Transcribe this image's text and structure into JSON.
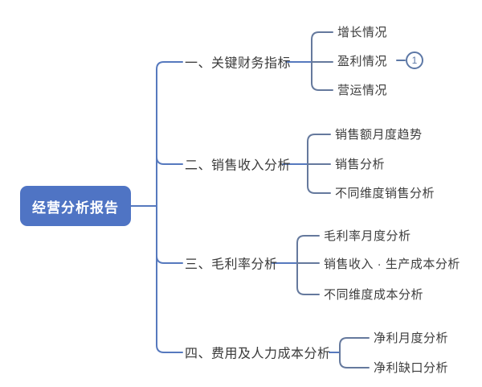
{
  "diagram": {
    "type": "mindmap",
    "root": {
      "label": "经营分析报告"
    },
    "branches": [
      {
        "label": "一、关键财务指标",
        "children": [
          {
            "label": "增长情况"
          },
          {
            "label": "盈利情况",
            "badge": "1"
          },
          {
            "label": "营运情况"
          }
        ]
      },
      {
        "label": "二、销售收入分析",
        "children": [
          {
            "label": "销售额月度趋势"
          },
          {
            "label": "销售分析"
          },
          {
            "label": "不同维度销售分析"
          }
        ]
      },
      {
        "label": "三、毛利率分析",
        "children": [
          {
            "label": "毛利率月度分析"
          },
          {
            "label": "销售收入 · 生产成本分析"
          },
          {
            "label": "不同维度成本分析"
          }
        ]
      },
      {
        "label": "四、费用及人力成本分析",
        "children": [
          {
            "label": "净利月度分析"
          },
          {
            "label": "净利缺口分析"
          }
        ]
      }
    ],
    "colors": {
      "root_bg": "#4f74c4",
      "root_text": "#ffffff",
      "line_level1": "#5679be",
      "line_level2": "#65799d",
      "badge_stroke": "#5d78a6",
      "node_text": "#3a3a3a"
    }
  }
}
